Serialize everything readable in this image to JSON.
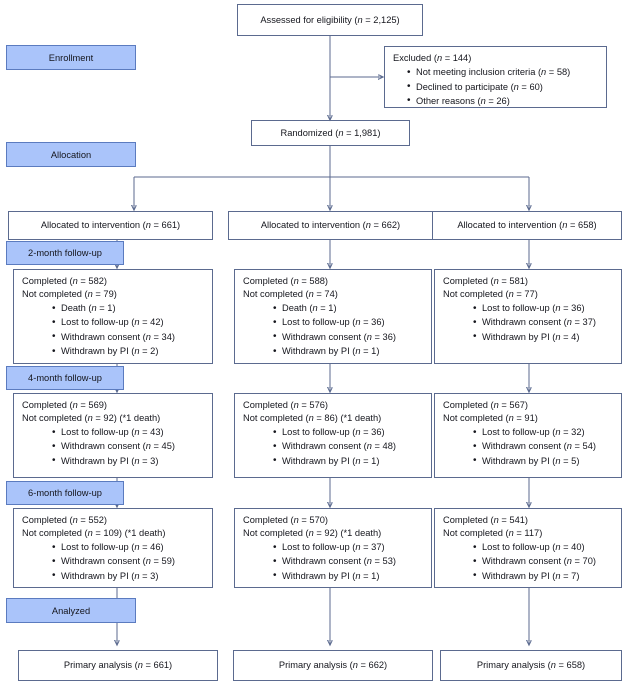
{
  "diagram": {
    "title": "CONSORT participant flow diagram",
    "colors": {
      "stage_fill": "#aac4fa",
      "stage_border": "#5b7bbf",
      "box_border": "#5b6a8f",
      "connector": "#5b6a8f",
      "text": "#15161d"
    }
  },
  "stages": [
    {
      "id": "enrollment",
      "label": "Enrollment"
    },
    {
      "id": "allocation",
      "label": "Allocation"
    },
    {
      "id": "followup_2m",
      "label": "2-month follow-up"
    },
    {
      "id": "followup_4m",
      "label": "4-month follow-up"
    },
    {
      "id": "followup_6m",
      "label": "6-month follow-up"
    },
    {
      "id": "analyzed",
      "label": "Analyzed"
    }
  ],
  "enrollment": {
    "assessed": {
      "text": "Assessed for eligibility (",
      "n_italic": "n",
      "n_value": " = 2,125)"
    },
    "excluded": {
      "heading": "Excluded (",
      "heading_n": "n",
      "heading_value": " = 144)",
      "reasons": [
        {
          "label": "Not meeting inclusion criteria (",
          "n": "n",
          "value": " = 58)"
        },
        {
          "label": "Declined to participate (",
          "n": "n",
          "value": " = 60)"
        },
        {
          "label": "Other reasons (",
          "n": "n",
          "value": " = 26)"
        }
      ]
    },
    "randomized": {
      "text": "Randomized (",
      "n_italic": "n",
      "n_value": " = 1,981)"
    }
  },
  "arms": [
    {
      "id": "arm1",
      "allocated": {
        "text": "Allocated to intervention (",
        "n": "n",
        "value": " = 661)"
      },
      "followup_2m": {
        "completed": {
          "label": "Completed (",
          "n": "n",
          "value": " = 582)"
        },
        "not_completed": {
          "label": "Not completed (",
          "n": "n",
          "value": " = 79)",
          "note": ""
        },
        "items": [
          {
            "label": "Death (",
            "n": "n",
            "value": " = 1)"
          },
          {
            "label": "Lost to follow-up (",
            "n": "n",
            "value": " = 42)"
          },
          {
            "label": "Withdrawn consent (",
            "n": "n",
            "value": " = 34)"
          },
          {
            "label": "Withdrawn by PI (",
            "n": "n",
            "value": " = 2)"
          }
        ]
      },
      "followup_4m": {
        "completed": {
          "label": "Completed (",
          "n": "n",
          "value": " = 569)"
        },
        "not_completed": {
          "label": "Not completed (",
          "n": "n",
          "value": " = 92)",
          "note": " (*1 death)"
        },
        "items": [
          {
            "label": "Lost to follow-up (",
            "n": "n",
            "value": " = 43)"
          },
          {
            "label": "Withdrawn consent (",
            "n": "n",
            "value": " = 45)"
          },
          {
            "label": "Withdrawn by PI (",
            "n": "n",
            "value": " = 3)"
          }
        ]
      },
      "followup_6m": {
        "completed": {
          "label": "Completed (",
          "n": "n",
          "value": " = 552)"
        },
        "not_completed": {
          "label": "Not completed (",
          "n": "n",
          "value": " = 109)",
          "note": " (*1 death)"
        },
        "items": [
          {
            "label": "Lost to follow-up (",
            "n": "n",
            "value": " = 46)"
          },
          {
            "label": "Withdrawn consent (",
            "n": "n",
            "value": " = 59)"
          },
          {
            "label": "Withdrawn by PI (",
            "n": "n",
            "value": " = 3)"
          }
        ]
      },
      "analysis": {
        "text": "Primary analysis (",
        "n": "n",
        "value": " = 661)"
      }
    },
    {
      "id": "arm2",
      "allocated": {
        "text": "Allocated to intervention (",
        "n": "n",
        "value": " = 662)"
      },
      "followup_2m": {
        "completed": {
          "label": "Completed (",
          "n": "n",
          "value": " = 588)"
        },
        "not_completed": {
          "label": "Not completed (",
          "n": "n",
          "value": " = 74)",
          "note": ""
        },
        "items": [
          {
            "label": "Death (",
            "n": "n",
            "value": " = 1)"
          },
          {
            "label": "Lost to follow-up (",
            "n": "n",
            "value": " = 36)"
          },
          {
            "label": "Withdrawn consent (",
            "n": "n",
            "value": " = 36)"
          },
          {
            "label": "Withdrawn by PI (",
            "n": "n",
            "value": " = 1)"
          }
        ]
      },
      "followup_4m": {
        "completed": {
          "label": "Completed (",
          "n": "n",
          "value": " = 576)"
        },
        "not_completed": {
          "label": "Not completed (",
          "n": "n",
          "value": " = 86)",
          "note": " (*1 death)"
        },
        "items": [
          {
            "label": "Lost to follow-up (",
            "n": "n",
            "value": " = 36)"
          },
          {
            "label": "Withdrawn consent (",
            "n": "n",
            "value": " = 48)"
          },
          {
            "label": "Withdrawn by PI (",
            "n": "n",
            "value": " = 1)"
          }
        ]
      },
      "followup_6m": {
        "completed": {
          "label": "Completed (",
          "n": "n",
          "value": " = 570)"
        },
        "not_completed": {
          "label": "Not completed (",
          "n": "n",
          "value": " = 92)",
          "note": " (*1 death)"
        },
        "items": [
          {
            "label": "Lost to follow-up (",
            "n": "n",
            "value": " = 37)"
          },
          {
            "label": "Withdrawn consent (",
            "n": "n",
            "value": " = 53)"
          },
          {
            "label": "Withdrawn by PI (",
            "n": "n",
            "value": " = 1)"
          }
        ]
      },
      "analysis": {
        "text": "Primary analysis (",
        "n": "n",
        "value": " = 662)"
      }
    },
    {
      "id": "arm3",
      "allocated": {
        "text": "Allocated to intervention (",
        "n": "n",
        "value": " = 658)"
      },
      "followup_2m": {
        "completed": {
          "label": "Completed (",
          "n": "n",
          "value": " = 581)"
        },
        "not_completed": {
          "label": "Not completed (",
          "n": "n",
          "value": " = 77)",
          "note": ""
        },
        "items": [
          {
            "label": "Lost to follow-up (",
            "n": "n",
            "value": " = 36)"
          },
          {
            "label": "Withdrawn consent (",
            "n": "n",
            "value": " = 37)"
          },
          {
            "label": "Withdrawn by PI (",
            "n": "n",
            "value": " = 4)"
          }
        ]
      },
      "followup_4m": {
        "completed": {
          "label": "Completed (",
          "n": "n",
          "value": " = 567)"
        },
        "not_completed": {
          "label": "Not completed (",
          "n": "n",
          "value": " = 91)",
          "note": ""
        },
        "items": [
          {
            "label": "Lost to follow-up (",
            "n": "n",
            "value": " = 32)"
          },
          {
            "label": "Withdrawn consent (",
            "n": "n",
            "value": " = 54)"
          },
          {
            "label": "Withdrawn by PI (",
            "n": "n",
            "value": " = 5)"
          }
        ]
      },
      "followup_6m": {
        "completed": {
          "label": "Completed (",
          "n": "n",
          "value": " = 541)"
        },
        "not_completed": {
          "label": "Not completed (",
          "n": "n",
          "value": " = 117)",
          "note": ""
        },
        "items": [
          {
            "label": "Lost to follow-up (",
            "n": "n",
            "value": " = 40)"
          },
          {
            "label": "Withdrawn consent (",
            "n": "n",
            "value": " = 70)"
          },
          {
            "label": "Withdrawn by PI (",
            "n": "n",
            "value": " = 7)"
          }
        ]
      },
      "analysis": {
        "text": "Primary analysis (",
        "n": "n",
        "value": " = 658)"
      }
    }
  ]
}
